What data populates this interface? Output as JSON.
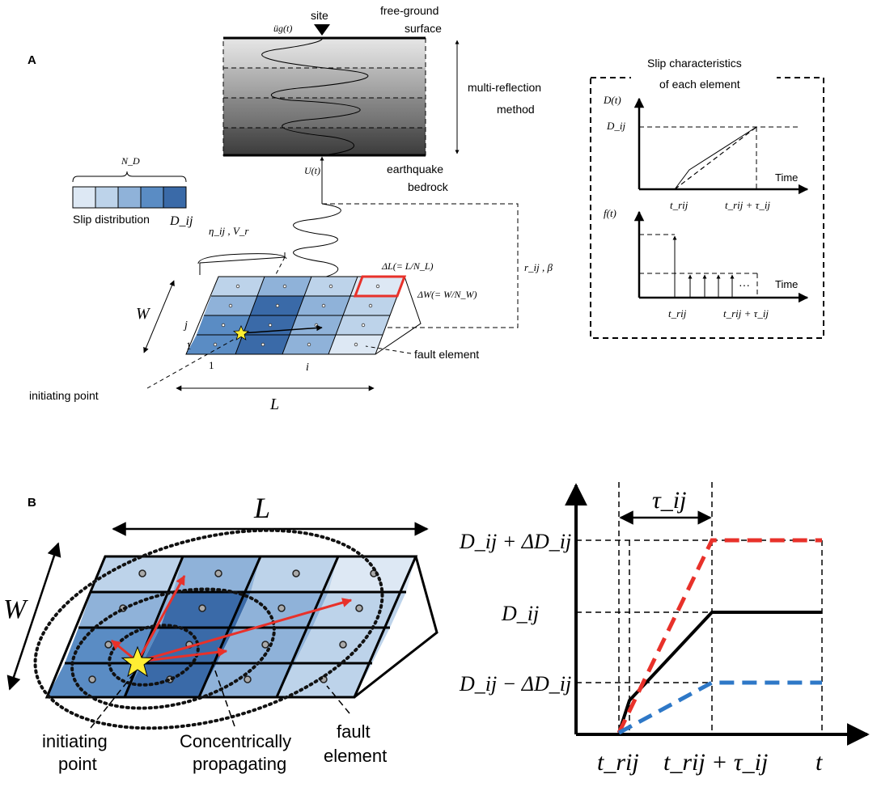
{
  "panelA": {
    "label": "A",
    "site": "site",
    "ground_motion": "üg(t)",
    "free_ground": "free-ground",
    "surface": "surface",
    "multi_reflection_1": "multi-reflection",
    "multi_reflection_2": "method",
    "U": "U(t)",
    "earthquake": "earthquake",
    "bedrock": "bedrock",
    "ND": "N_D",
    "slip_distribution": "Slip distribution",
    "Dij_legend": "D_ij",
    "eta_vr": "η_ij , V_r",
    "rij_beta": "r_ij , β",
    "dL": "ΔL(= L/N_L)",
    "dW": "ΔW(= W/N_W)",
    "W": "W",
    "L": "L",
    "j": "j",
    "i": "i",
    "one_left": "1",
    "one_bottom": "1",
    "fault_element": "fault element",
    "initiating_point": "initiating point",
    "slip_box_title_1": "Slip characteristics",
    "slip_box_title_2": "of each element",
    "Dt": "D(t)",
    "Dij_axis": "D_ij",
    "time1": "Time",
    "trij1": "t_rij",
    "trij_tau1": "t_rij + τ_ij",
    "ft": "f(t)",
    "dots": "···",
    "time2": "Time",
    "trij2": "t_rij",
    "trij_tau2": "t_rij + τ_ij"
  },
  "panelB": {
    "label": "B",
    "L": "L",
    "W": "W",
    "initiating_1": "initiating",
    "initiating_2": "point",
    "concentric_1": "Concentrically",
    "concentric_2": "propagating",
    "fault_1": "fault",
    "fault_2": "element",
    "tau": "τ_ij",
    "Dij_plus": "D_ij + ΔD_ij",
    "Dij": "D_ij",
    "Dij_minus": "D_ij − ΔD_ij",
    "trij": "t_rij",
    "trij_tau": "t_rij + τ_ij",
    "t": "t"
  },
  "colors": {
    "blue1": "#dde8f4",
    "blue2": "#bdd3ea",
    "blue3": "#8fb2d9",
    "blue4": "#5a8cc4",
    "blue5": "#3a6aa8",
    "red": "#e8312a",
    "dashed_blue": "#2e78c7",
    "star": "#ffee33"
  }
}
